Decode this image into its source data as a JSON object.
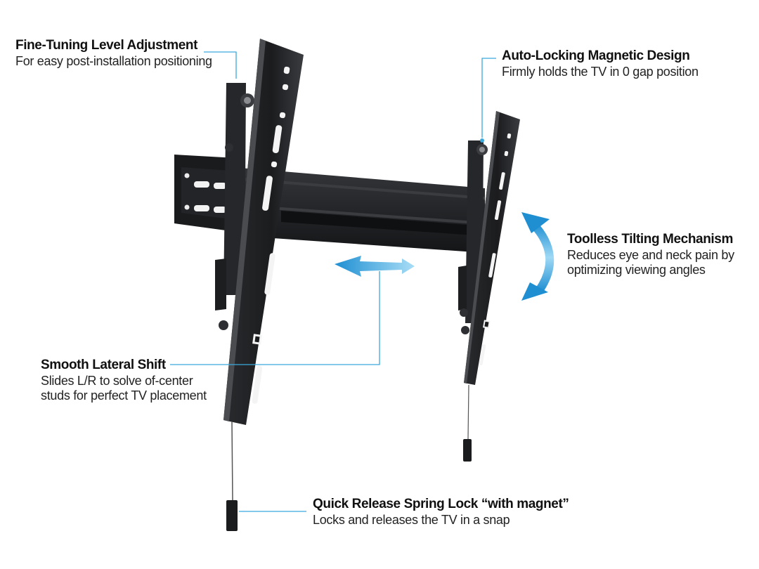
{
  "callouts": {
    "fine_tuning": {
      "title": "Fine-Tuning Level Adjustment",
      "desc": [
        "For easy post-installation positioning"
      ]
    },
    "auto_locking": {
      "title": "Auto-Locking Magnetic Design",
      "desc": [
        "Firmly holds the TV in 0 gap position"
      ]
    },
    "toolless_tilting": {
      "title": "Toolless Tilting Mechanism",
      "desc": [
        "Reduces eye and neck pain by",
        "optimizing viewing angles"
      ]
    },
    "lateral_shift": {
      "title": "Smooth Lateral Shift",
      "desc": [
        "Slides L/R to solve of-center",
        "studs for perfect TV placement"
      ]
    },
    "quick_release": {
      "title": "Quick Release Spring Lock “with magnet”",
      "desc": [
        "Locks and releases the TV in a snap"
      ]
    }
  },
  "colors": {
    "leader_line": "#3aa9dc",
    "arrow_light": "#8fd3f4",
    "arrow_dark": "#1f8fd2",
    "metal_dark": "#1c1d1f",
    "metal_mid": "#2c2d30",
    "metal_edge": "#4a4c50",
    "background": "#ffffff"
  }
}
